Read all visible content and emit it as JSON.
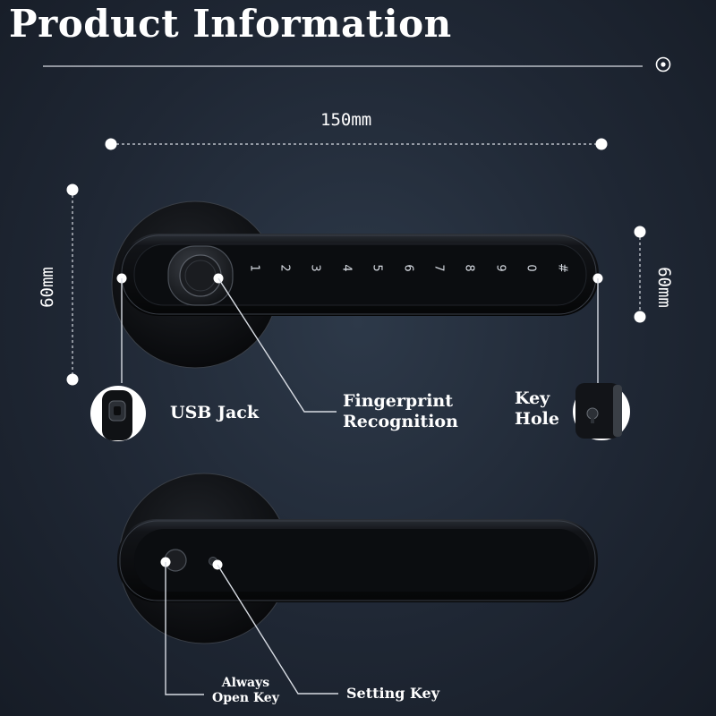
{
  "title": "Product Information",
  "dimensions": {
    "width": "150mm",
    "height_left": "60mm",
    "height_right": "60mm"
  },
  "keypad": {
    "keys": [
      "1",
      "2",
      "3",
      "4",
      "5",
      "6",
      "7",
      "8",
      "9",
      "0",
      "#"
    ]
  },
  "callouts": {
    "usb_jack": "USB Jack",
    "fingerprint_line1": "Fingerprint",
    "fingerprint_line2": "Recognition",
    "key_hole_line1": "Key",
    "key_hole_line2": "Hole",
    "always_open_line1": "Always",
    "always_open_line2": "Open Key",
    "setting_key": "Setting Key"
  },
  "icons": {
    "header_marker": "target-circle-icon",
    "usb_port": "usb-port-icon",
    "key_hole": "key-hole-icon",
    "fingerprint": "fingerprint-sensor-icon"
  },
  "colors": {
    "background": "#1f2734",
    "lock_body": "#0d0f12",
    "text": "#ffffff",
    "guide_lines": "#d8dce3"
  }
}
